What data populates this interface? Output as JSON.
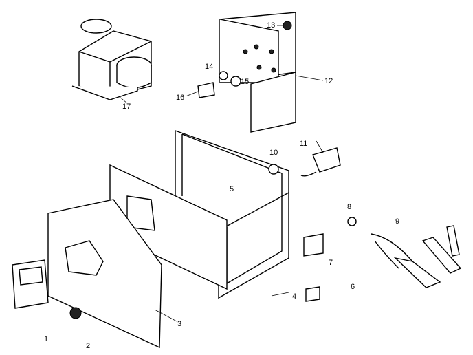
{
  "diagram": {
    "type": "exploded-parts-view",
    "labels": [
      "1",
      "2",
      "3",
      "4",
      "5",
      "6",
      "7",
      "8",
      "9",
      "10",
      "11",
      "12",
      "13",
      "14",
      "15",
      "16",
      "17"
    ]
  }
}
